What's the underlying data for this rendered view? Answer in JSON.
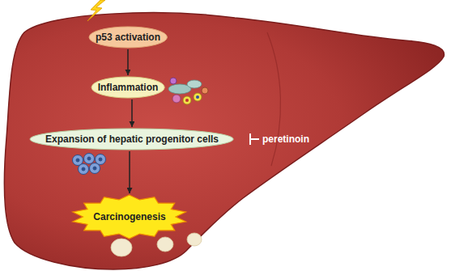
{
  "diagram": {
    "nodes": [
      {
        "text": [
          "p53 activation"
        ]
      },
      {
        "text": [
          "Inflammation"
        ]
      },
      {
        "text": [
          "Expansion of hepatic progenitor cells"
        ]
      },
      {
        "text": [
          "Carcinogenesis"
        ]
      }
    ],
    "edges": [
      {
        "from": 0,
        "to": 1,
        "arrow": "to"
      },
      {
        "from": 1,
        "to": 2,
        "arrow": "to"
      },
      {
        "from": 2,
        "to": 3,
        "arrow": "to"
      }
    ],
    "labels": [
      "peretinoin"
    ]
  }
}
